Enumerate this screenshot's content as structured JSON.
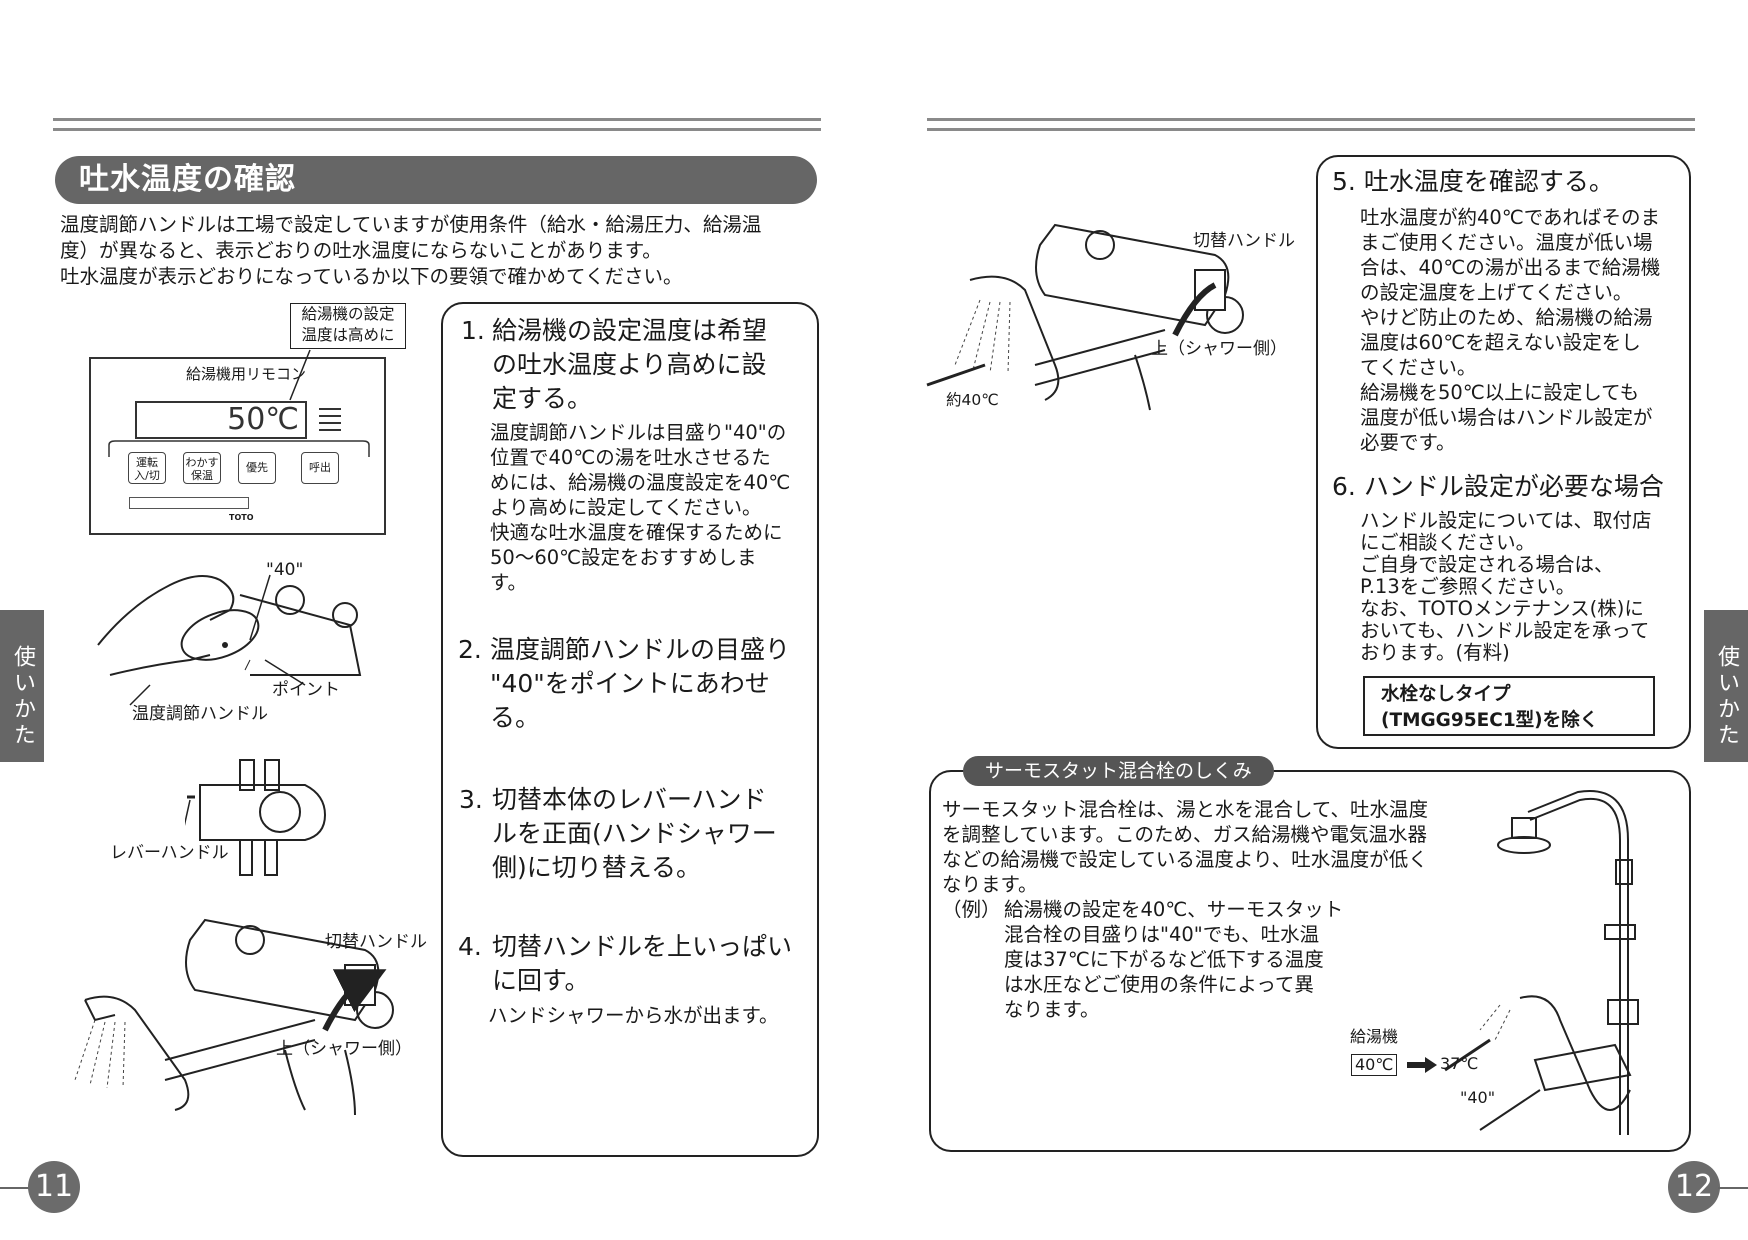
{
  "left_page": {
    "title": "吐水温度の確認",
    "intro": [
      "温度調節ハンドルは工場で設定していますが使用条件（給水・給湯圧力、給湯温",
      "度）が異なると、表示どおりの吐水温度にならないことがあります。",
      "吐水温度が表示どおりになっているか以下の要領で確かめてください。"
    ],
    "callout_setting": [
      "給湯機の設定",
      "温度は高めに"
    ],
    "remote": {
      "title": "給湯機用リモコン",
      "display": "50℃",
      "buttons": [
        "運転入/切",
        "わかす保温",
        "優先",
        "呼出"
      ],
      "brand": "TOTO"
    },
    "labels": {
      "forty": "\"40\"",
      "point": "ポイント",
      "temp_handle": "温度調節ハンドル",
      "lever_handle": "レバーハンドル",
      "switch_handle": "切替ハンドル",
      "up_shower": "上（シャワー側）"
    },
    "steps": [
      {
        "num": "1.",
        "heading": [
          "給湯機の設定温度は希望",
          "の吐水温度より高めに設",
          "定する。"
        ],
        "body": [
          "温度調節ハンドルは目盛り\"40\"の",
          "位置で40℃の湯を吐水させるた",
          "めには、給湯機の温度設定を40℃",
          "より高めに設定してください。",
          "快適な吐水温度を確保するために",
          "50～60℃設定をおすすめしま",
          "す。"
        ]
      },
      {
        "num": "2.",
        "heading": [
          "温度調節ハンドルの目盛り",
          "\"40\"をポイントにあわせ",
          "る。"
        ],
        "body": []
      },
      {
        "num": "3.",
        "heading": [
          "切替本体のレバーハンド",
          "ルを正面(ハンドシャワー",
          "側)に切り替える。"
        ],
        "body": []
      },
      {
        "num": "4.",
        "heading": [
          "切替ハンドルを上いっぱい",
          "に回す。"
        ],
        "body": [
          "ハンドシャワーから水が出ます。"
        ]
      }
    ],
    "side_tab": "使いかた",
    "page_number": "11"
  },
  "right_page": {
    "labels": {
      "switch_handle": "切替ハンドル",
      "up_shower": "上（シャワー側）",
      "approx40": "約40℃"
    },
    "steps": [
      {
        "num": "5.",
        "heading": "吐水温度を確認する。",
        "body": [
          "吐水温度が約40℃であればそのま",
          "まご使用ください。温度が低い場",
          "合は、40℃の湯が出るまで給湯機",
          "の設定温度を上げてください。",
          "やけど防止のため、給湯機の給湯",
          "温度は60℃を超えない設定をし",
          "てください。",
          "給湯機を50℃以上に設定しても",
          "温度が低い場合はハンドル設定が",
          "必要です。"
        ]
      },
      {
        "num": "6.",
        "heading": "ハンドル設定が必要な場合",
        "body": [
          "ハンドル設定については、取付店",
          "にご相談ください。",
          "ご自身で設定される場合は、",
          "P.13をご参照ください。",
          "なお、TOTOメンテナンス(株)に",
          "おいても、ハンドル設定を承って",
          "おります。(有料)"
        ]
      }
    ],
    "exclusion_note": [
      "水栓なしタイプ",
      "(TMGG95EC1型)を除く"
    ],
    "mechanism": {
      "heading": "サーモスタット混合栓のしくみ",
      "text": [
        "サーモスタット混合栓は、湯と水を混合して、吐水温度",
        "を調整しています。このため、ガス給湯機や電気温水器",
        "などの給湯機で設定している温度より、吐水温度が低く",
        "なります。"
      ],
      "example_label": "（例）",
      "example": [
        "給湯機の設定を40℃、サーモスタット",
        "混合栓の目盛りは\"40\"でも、吐水温",
        "度は37℃に下がるなど低下する温度",
        "は水圧などご使用の条件によって異",
        "なります。"
      ],
      "heater_label": "給湯機",
      "heater_temp": "40℃",
      "out_temp": "37℃",
      "forty": "\"40\""
    },
    "side_tab": "使いかた",
    "page_number": "12"
  }
}
